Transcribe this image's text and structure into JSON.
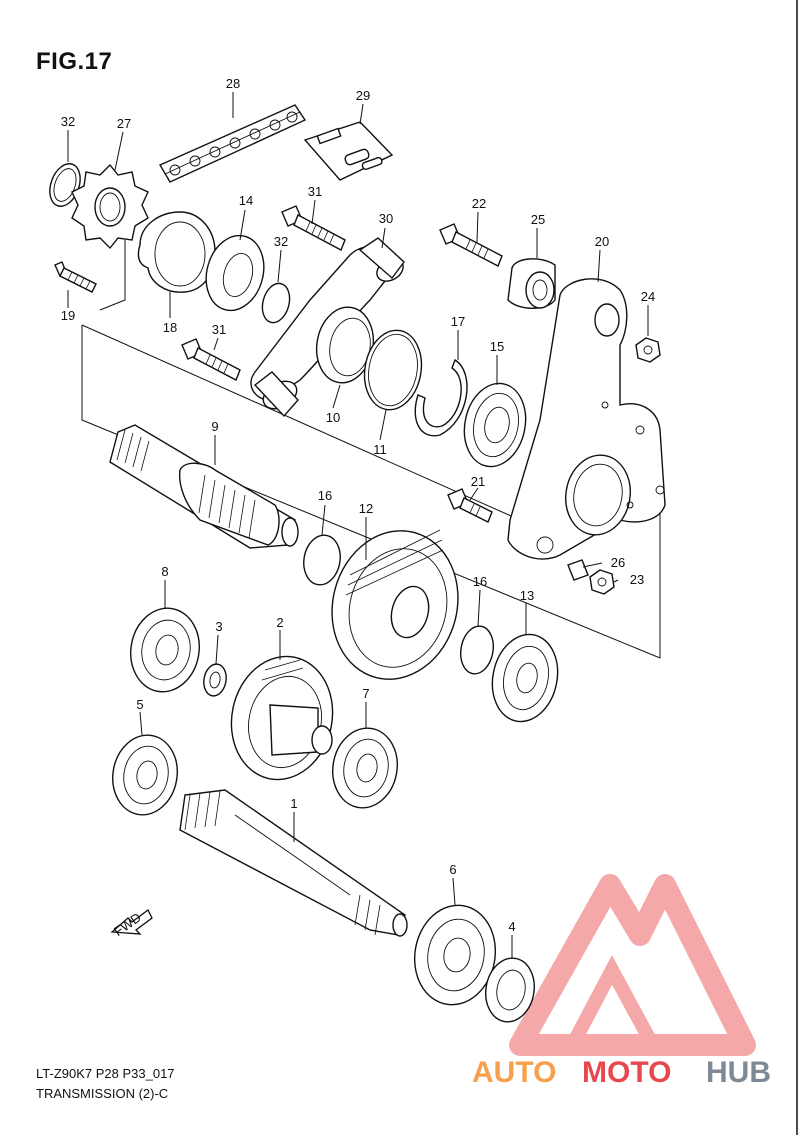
{
  "figure": {
    "title": "FIG.17",
    "model_code": "LT-Z90K7 P28 P33_017",
    "section": "TRANSMISSION (2)-C",
    "fwd_label": "FWD"
  },
  "callouts": {
    "n1": "1",
    "n2": "2",
    "n3": "3",
    "n4": "4",
    "n5": "5",
    "n6": "6",
    "n7": "7",
    "n8": "8",
    "n9": "9",
    "n10": "10",
    "n11": "11",
    "n12": "12",
    "n13": "13",
    "n14": "14",
    "n15": "15",
    "n16a": "16",
    "n16b": "16",
    "n17": "17",
    "n18": "18",
    "n19": "19",
    "n20": "20",
    "n21": "21",
    "n22": "22",
    "n23": "23",
    "n24": "24",
    "n25": "25",
    "n26": "26",
    "n27": "27",
    "n28": "28",
    "n29": "29",
    "n30": "30",
    "n31a": "31",
    "n31b": "31",
    "n32a": "32",
    "n32b": "32"
  },
  "watermark": {
    "part1": "AUTO",
    "part2": "MOTO",
    "part3": "HUB",
    "color_orange": "#f6a04d",
    "color_red": "#e8484d",
    "color_gray": "#7d8a96"
  }
}
